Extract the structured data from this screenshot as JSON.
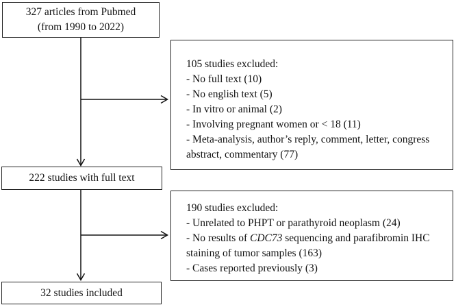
{
  "diagram": {
    "background_color": "#ffffff",
    "stroke_color": "#111111",
    "boxes": {
      "articles": {
        "line1": "327 articles from Pubmed",
        "line2": "(from 1990 to 2022)"
      },
      "excluded_first": {
        "title": "105 studies excluded:",
        "items": [
          "- No full text (10)",
          "- No english text (5)",
          "- In vitro or animal (2)",
          "- Involving pregnant women or < 18 (11)",
          "- Meta-analysis, author’s reply, comment, letter, congress abstract, commentary (77)"
        ]
      },
      "full_text": {
        "label": "222 studies with full text"
      },
      "excluded_second": {
        "title": "190 studies excluded:",
        "item_unrelated": "- Unrelated to PHPT or parathyroid neoplasm (24)",
        "item_no_results_pre": "- No results of ",
        "item_no_results_gene": "CDC73",
        "item_no_results_post": " sequencing and parafibromin IHC staining of tumor samples (163)",
        "item_cases": "- Cases reported previously (3)"
      },
      "included": {
        "label": "32 studies included"
      }
    }
  }
}
